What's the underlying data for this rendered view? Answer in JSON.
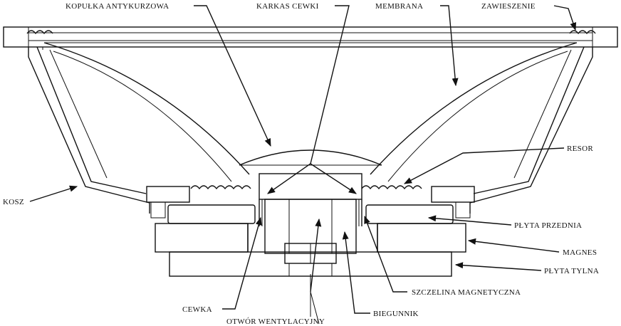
{
  "labels": {
    "kopulka": "KOPUŁKA ANTYKURZOWA",
    "karkas": "KARKAS CEWKI",
    "membrana": "MEMBRANA",
    "zawieszenie": "ZAWIESZENIE",
    "resor": "RESOR",
    "kosz": "KOSZ",
    "plyta_przednia": "PŁYTA PRZEDNIA",
    "magnes": "MAGNES",
    "plyta_tylna": "PŁYTA TYLNA",
    "szczelina": "SZCZELINA MAGNETYCZNA",
    "cewka": "CEWKA",
    "biegunnik": "BIEGUNNIK",
    "otwor": "OTWÓR WENTYLACYJNY"
  },
  "colors": {
    "ink": "#111111",
    "magnet_fill": "#d9d9d9"
  }
}
